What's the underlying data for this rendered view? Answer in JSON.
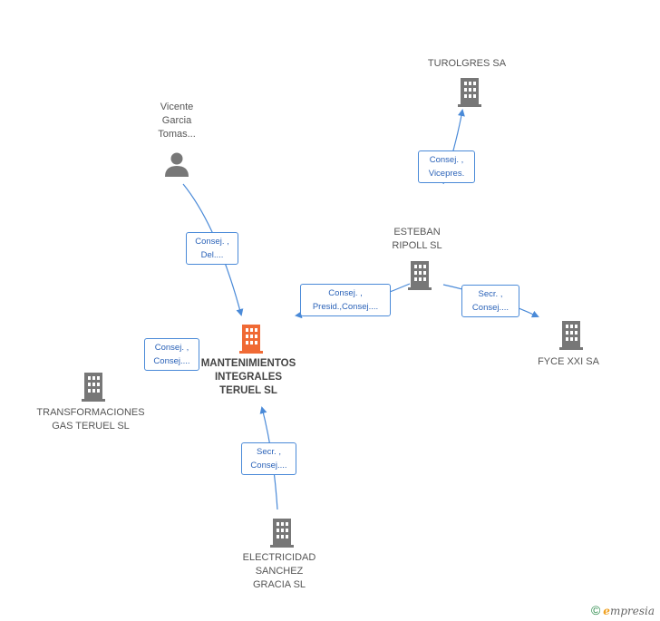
{
  "colors": {
    "edge": "#4a8ad8",
    "building": "#777777",
    "main_building": "#f06a35",
    "person": "#777777"
  },
  "nodes": {
    "vicente": {
      "label": "Vicente\nGarcia\nTomas..."
    },
    "turolgres": {
      "label": "TUROLGRES SA"
    },
    "esteban": {
      "label": "ESTEBAN\nRIPOLL SL"
    },
    "main": {
      "label": "MANTENIMIENTOS\nINTEGRALES\nTERUEL SL"
    },
    "transformaciones": {
      "label": "TRANSFORMACIONES\nGAS TERUEL SL"
    },
    "fyce": {
      "label": "FYCE XXI SA"
    },
    "electricidad": {
      "label": "ELECTRICIDAD\nSANCHEZ\nGRACIA  SL"
    }
  },
  "edge_labels": {
    "vicente_main": [
      "Consej. ,",
      "Del...."
    ],
    "esteban_turolgres": [
      "Consej. ,",
      "Vicepres."
    ],
    "esteban_main": [
      "Consej. ,",
      "Presid.,Consej...."
    ],
    "esteban_fyce": [
      "Secr. ,",
      "Consej...."
    ],
    "main_transformaciones": [
      "Consej. ,",
      "Consej...."
    ],
    "electricidad_main": [
      "Secr. ,",
      "Consej...."
    ]
  },
  "footer": {
    "copyright": "©",
    "brand_initial": "e",
    "brand_rest": "mpresia"
  }
}
